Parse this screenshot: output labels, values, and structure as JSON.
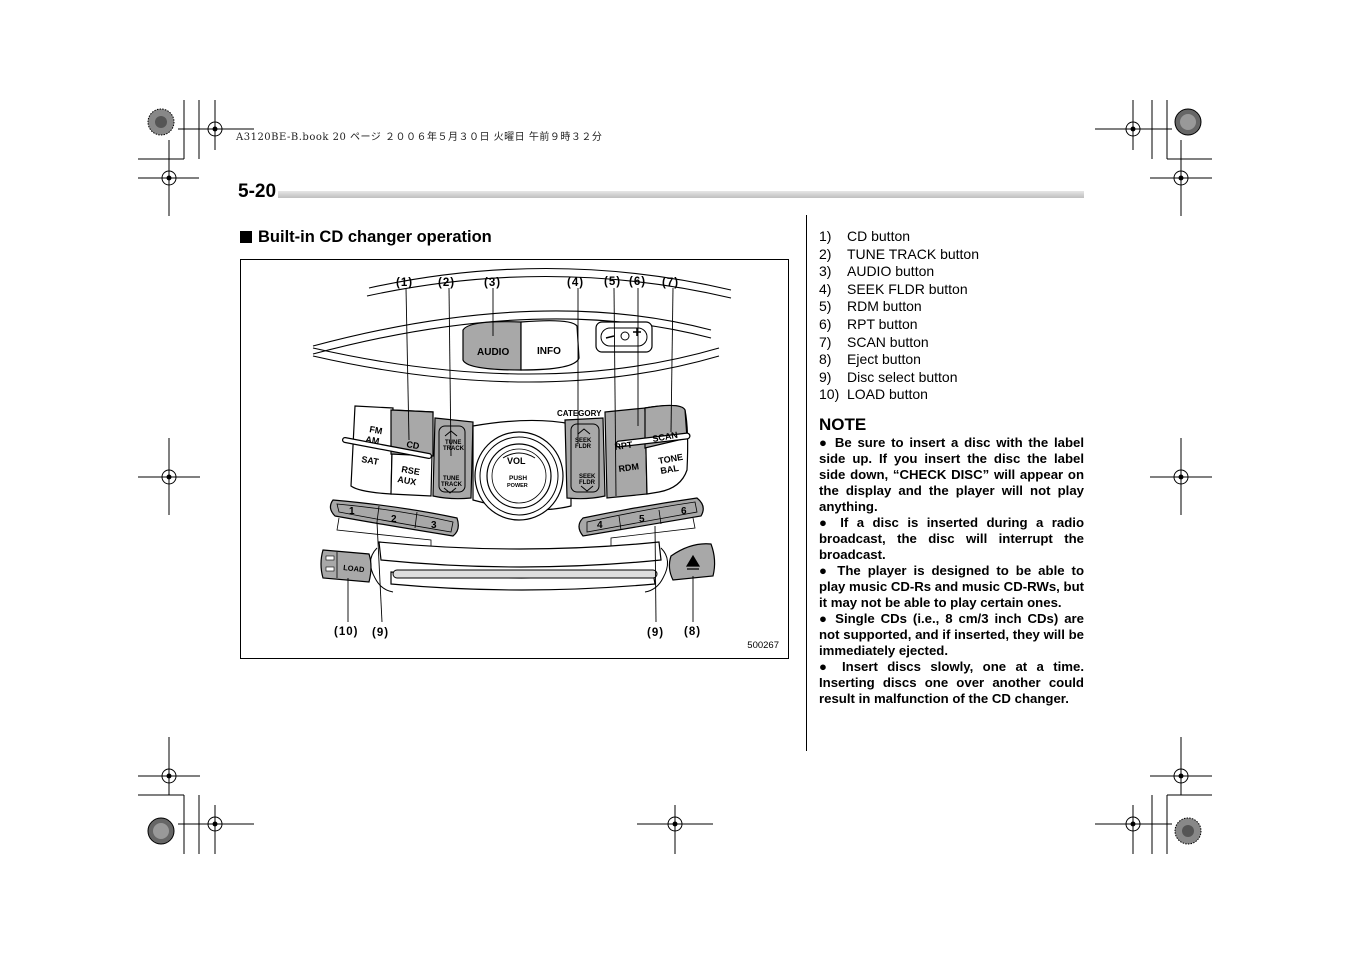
{
  "header": {
    "file_line": "A3120BE-B.book  20 ページ  ２００６年５月３０日  火曜日  午前９時３２分",
    "page_number": "5-20"
  },
  "section": {
    "title": "Built-in CD changer operation"
  },
  "figure": {
    "code": "500267",
    "callouts": {
      "c1": "(1)",
      "c2": "(2)",
      "c3": "(3)",
      "c4": "(4)",
      "c5": "(5)",
      "c6": "(6)",
      "c7": "(7)",
      "c8": "(8)",
      "c9a": "(9)",
      "c9b": "(9)",
      "c10": "(10)"
    },
    "panel": {
      "audio": "AUDIO",
      "info": "INFO",
      "fm": "FM",
      "am": "AM",
      "sat": "SAT",
      "cd": "CD",
      "rse": "RSE",
      "aux": "AUX",
      "tune1": "TUNE",
      "track1": "TRACK",
      "tune2": "TUNE",
      "track2": "TRACK",
      "category": "CATEGORY",
      "seek1": "SEEK",
      "fldr1": "FLDR",
      "seek2": "SEEK",
      "fldr2": "FLDR",
      "vol": "VOL",
      "push": "PUSH",
      "power": "POWER",
      "rpt": "RPT",
      "scan": "SCAN",
      "rdm": "RDM",
      "tone": "TONE",
      "bal": "BAL",
      "d1": "1",
      "d2": "2",
      "d3": "3",
      "d4": "4",
      "d5": "5",
      "d6": "6",
      "load": "LOAD"
    }
  },
  "legend": [
    {
      "num": "1)",
      "text": "CD button"
    },
    {
      "num": "2)",
      "text": "TUNE TRACK button"
    },
    {
      "num": "3)",
      "text": "AUDIO button"
    },
    {
      "num": "4)",
      "text": "SEEK FLDR button"
    },
    {
      "num": "5)",
      "text": "RDM button"
    },
    {
      "num": "6)",
      "text": "RPT button"
    },
    {
      "num": "7)",
      "text": "SCAN button"
    },
    {
      "num": "8)",
      "text": "Eject button"
    },
    {
      "num": "9)",
      "text": "Disc select button"
    },
    {
      "num": "10)",
      "text": "LOAD button"
    }
  ],
  "note": {
    "title": "NOTE",
    "items": [
      "● Be sure to insert a disc with the label side up. If you insert the disc the label side down, “CHECK DISC” will appear on the display and the player will not play anything.",
      "● If a disc is inserted during a radio broadcast, the disc will interrupt the broadcast.",
      "● The player is designed to be able to play music CD-Rs and music CD-RWs, but it may not be able to play certain ones.",
      "● Single CDs (i.e., 8 cm/3 inch CDs) are not supported, and if inserted, they will be immediately ejected.",
      "● Insert discs slowly, one at a time. Inserting discs one over another could result in malfunction of the CD changer."
    ]
  }
}
